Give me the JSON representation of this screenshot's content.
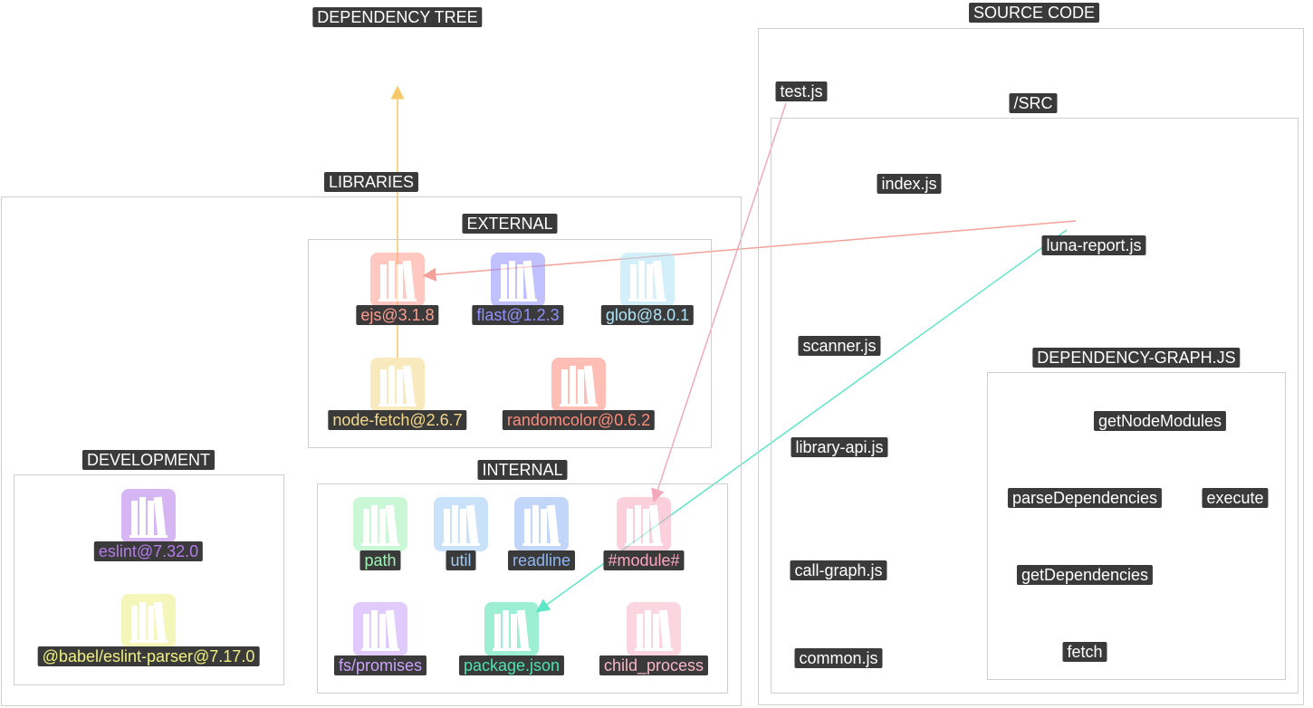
{
  "titles": {
    "dependency_tree": "DEPENDENCY TREE",
    "source_code": "SOURCE CODE",
    "libraries": "LIBRARIES",
    "external": "EXTERNAL",
    "internal": "INTERNAL",
    "development": "DEVELOPMENT",
    "src": "/SRC",
    "dependency_graph": "DEPENDENCY-GRAPH.JS"
  },
  "external_libs": [
    {
      "label": "ejs@3.1.8",
      "color": "#ff9c8f"
    },
    {
      "label": "flast@1.2.3",
      "color": "#8f8fff"
    },
    {
      "label": "glob@8.0.1",
      "color": "#aee3f6"
    },
    {
      "label": "node-fetch@2.6.7",
      "color": "#f5d98a"
    },
    {
      "label": "randomcolor@0.6.2",
      "color": "#ff8a7a"
    }
  ],
  "internal_libs": [
    {
      "label": "path",
      "color": "#9ff3b7"
    },
    {
      "label": "util",
      "color": "#9ecbf6"
    },
    {
      "label": "readline",
      "color": "#8fb6f4"
    },
    {
      "label": "#module#",
      "color": "#f9a8c0"
    },
    {
      "label": "fs/promises",
      "color": "#c9a2fb"
    },
    {
      "label": "package.json",
      "color": "#4ce3b0"
    },
    {
      "label": "child_process",
      "color": "#f8b6c8"
    }
  ],
  "dev_libs": [
    {
      "label": "eslint@7.32.0",
      "color": "#b47ce8"
    },
    {
      "label": "@babel/eslint-parser@7.17.0",
      "color": "#eef080"
    }
  ],
  "source_files": {
    "test": "test.js",
    "index": "index.js",
    "luna_report": "luna-report.js",
    "scanner": "scanner.js",
    "library_api": "library-api.js",
    "call_graph": "call-graph.js",
    "common": "common.js"
  },
  "graph_functions": {
    "getNodeModules": "getNodeModules",
    "parseDependencies": "parseDependencies",
    "execute": "execute",
    "getDependencies": "getDependencies",
    "fetch": "fetch"
  },
  "edge_colors": {
    "node_fetch_to_tree": "#f7c96b",
    "luna_to_ejs": "#f2a29a",
    "luna_to_package": "#5fe6c6",
    "test_to_module": "#f3a8bb"
  }
}
